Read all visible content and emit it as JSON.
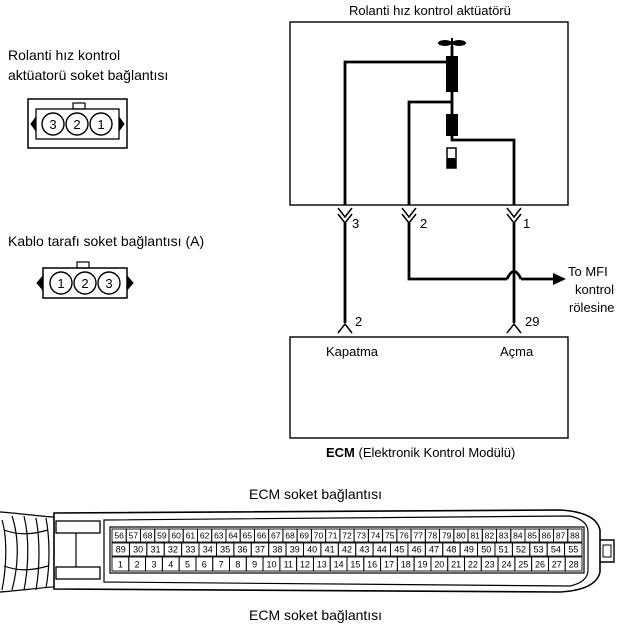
{
  "labels": {
    "actuator_title": "Rolanti hız kontrol aktüatörü",
    "actuator_connector_title_1": "Rolanti hız kontrol",
    "actuator_connector_title_2": "aktüatorü soket bağlantısı",
    "harness_connector_title": "Kablo tarafı soket bağlantısı (A)",
    "ecm_title_bold": "ECM",
    "ecm_title_rest": "(Elektronik Kontrol Modülü)",
    "close_label": "Kapatma",
    "open_label": "Açma",
    "mfi_line_1": "To MFI",
    "mfi_line_2": "kontrol",
    "mfi_line_3": "rölesine",
    "ecm_connector_top": "ECM soket bağlantısı",
    "ecm_connector_bottom": "ECM soket bağlantısı"
  },
  "actuator_pins": {
    "pin_3": "3",
    "pin_2": "2",
    "pin_1": "1"
  },
  "ecm_pins": {
    "close_pin": "2",
    "open_pin": "29"
  },
  "actuator_connector_pins": [
    "3",
    "2",
    "1"
  ],
  "harness_connector_pins": [
    "1",
    "2",
    "3"
  ],
  "ecm_connector": {
    "row_top": [
      "56",
      "57",
      "68",
      "59",
      "60",
      "61",
      "62",
      "63",
      "64",
      "65",
      "66",
      "67",
      "68",
      "69",
      "70",
      "71",
      "72",
      "73",
      "74",
      "75",
      "76",
      "77",
      "78",
      "79",
      "80",
      "81",
      "82",
      "83",
      "84",
      "85",
      "86",
      "87",
      "88"
    ],
    "row_mid": [
      "89",
      "30",
      "31",
      "32",
      "33",
      "34",
      "35",
      "36",
      "37",
      "38",
      "39",
      "40",
      "41",
      "42",
      "43",
      "44",
      "45",
      "46",
      "47",
      "48",
      "49",
      "50",
      "51",
      "52",
      "53",
      "54",
      "55"
    ],
    "row_bot": [
      "1",
      "2",
      "3",
      "4",
      "5",
      "6",
      "7",
      "8",
      "9",
      "10",
      "11",
      "12",
      "13",
      "14",
      "15",
      "16",
      "17",
      "18",
      "19",
      "20",
      "21",
      "22",
      "23",
      "24",
      "25",
      "26",
      "27",
      "28"
    ]
  }
}
